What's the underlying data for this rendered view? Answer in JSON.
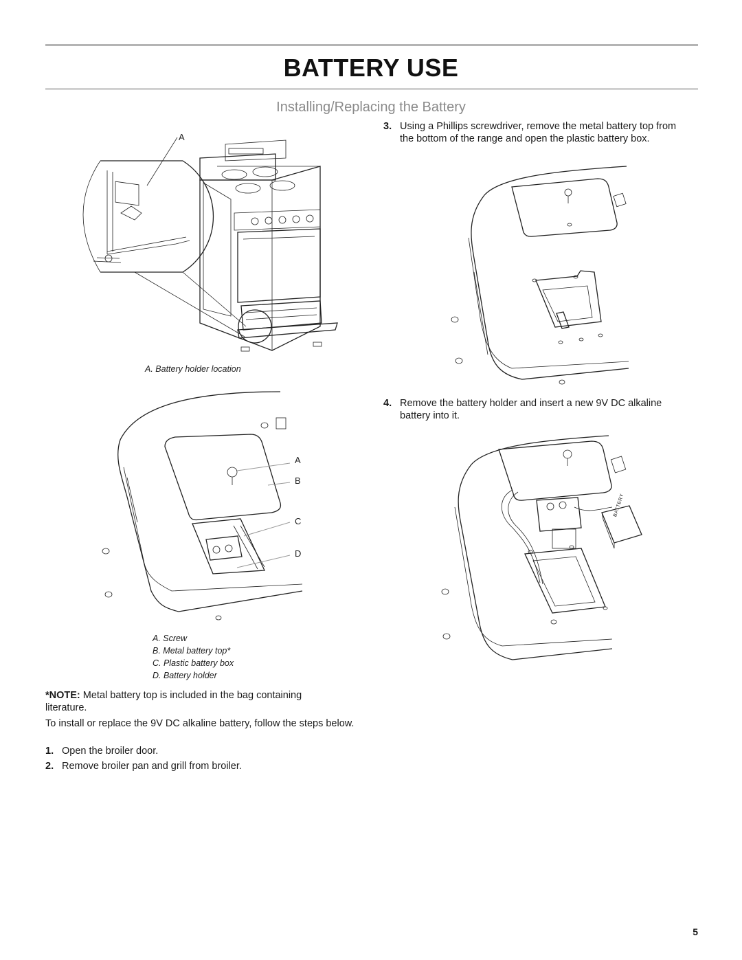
{
  "page": {
    "title": "BATTERY USE",
    "subtitle": "Installing/Replacing the Battery",
    "page_number": "5"
  },
  "figure1": {
    "callout_a": "A",
    "caption": "A. Battery holder location"
  },
  "figure2": {
    "callouts": [
      "A",
      "B",
      "C",
      "D"
    ],
    "legend": [
      "A. Screw",
      "B. Metal battery top*",
      "C. Plastic battery box",
      "D. Battery holder"
    ]
  },
  "figure4": {
    "battery_label": "BATTERY"
  },
  "note": {
    "marker": "*NOTE:",
    "text": " Metal battery top is included in the bag containing literature."
  },
  "intro": "To install or replace the 9V DC alkaline battery, follow the steps below.",
  "steps": [
    {
      "num": "1.",
      "text": "Open the broiler door."
    },
    {
      "num": "2.",
      "text": "Remove broiler pan and grill from broiler."
    },
    {
      "num": "3.",
      "text": "Using a Phillips screwdriver, remove the metal battery top from the bottom of the range and open the plastic battery box."
    },
    {
      "num": "4.",
      "text": "Remove the battery holder and insert a new 9V DC alkaline battery into it."
    }
  ]
}
